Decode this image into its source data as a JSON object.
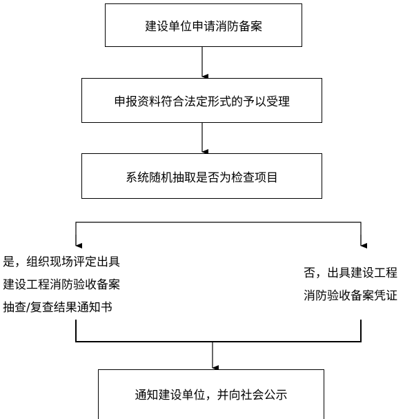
{
  "steps": {
    "step1": "建设单位申请消防备案",
    "step2": "申报资料符合法定形式的予以受理",
    "step3": "系统随机抽取是否为检查项目",
    "final": "通知建设单位，并向社会公示"
  },
  "branches": {
    "yes_lines": [
      "是，组织现场评定出具",
      "建设工程消防验收备案",
      "抽查/复查结果通知书"
    ],
    "no_lines": [
      "否，出具建设工程",
      "消防验收备案凭证"
    ]
  }
}
